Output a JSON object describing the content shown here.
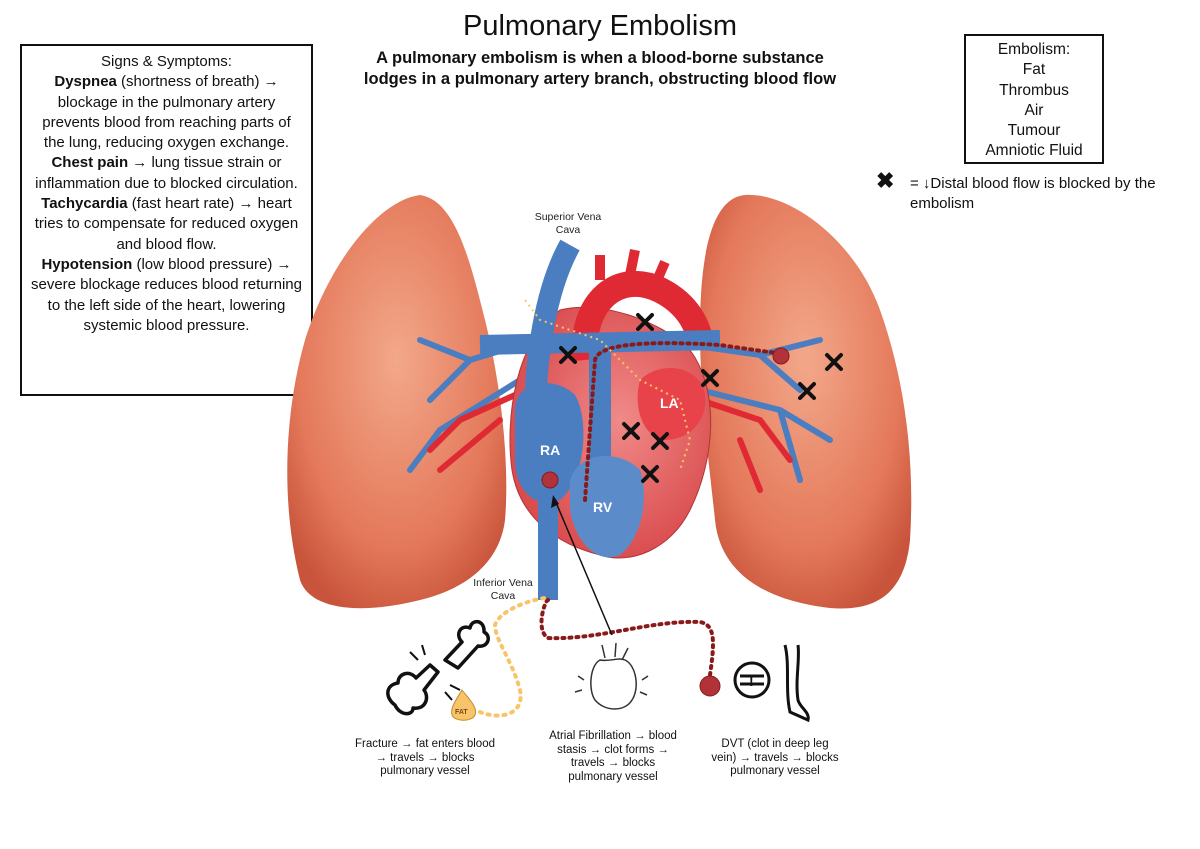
{
  "title": "Pulmonary Embolism",
  "subtitle": "A pulmonary embolism is when a blood-borne substance lodges in a pulmonary artery branch, obstructing blood flow",
  "signs": {
    "heading": "Signs & Symptoms:",
    "items": [
      {
        "term": "Dyspnea",
        "desc": " (shortness of breath) → blockage in the pulmonary artery prevents blood from reaching parts of the lung, reducing oxygen exchange."
      },
      {
        "term": "Chest pain",
        "desc": " → lung tissue strain or inflammation due to blocked circulation."
      },
      {
        "term": "Tachycardia",
        "desc": " (fast heart rate) → heart tries to compensate for reduced oxygen and blood flow."
      },
      {
        "term": "Hypotension",
        "desc": " (low blood pressure) → severe blockage reduces blood returning to the left side of the heart, lowering systemic blood pressure."
      }
    ]
  },
  "embolism_types": {
    "heading": "Embolism:",
    "items": [
      "Fat",
      "Thrombus",
      "Air",
      "Tumour",
      "Amniotic Fluid"
    ]
  },
  "legend": {
    "symbol": "✖",
    "text": "= ↓Distal blood flow is blocked by the embolism"
  },
  "labels": {
    "svc": "Superior Vena Cava",
    "ivc": "Inferior Vena Cava",
    "ra": "RA",
    "rv": "RV",
    "la": "LA",
    "fat_drop": "FAT"
  },
  "causes": {
    "fracture": "Fracture → fat enters blood → travels → blocks pulmonary vessel",
    "afib": "Atrial Fibrillation → blood stasis → clot forms → travels → blocks pulmonary vessel",
    "dvt": "DVT (clot in deep leg vein) → travels → blocks pulmonary vessel"
  },
  "colors": {
    "lung": "#e9805f",
    "artery": "#e02a33",
    "vein": "#4a7ec0",
    "clot_path": "#8a1a1a",
    "fat_path": "#f7c46a"
  }
}
